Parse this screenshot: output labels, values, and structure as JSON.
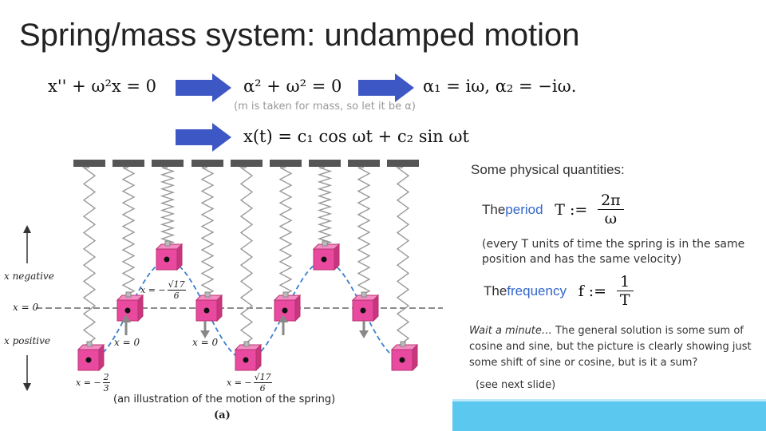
{
  "title": "Spring/mass system: undamped motion",
  "equations": {
    "ode": "x'' + ω²x = 0",
    "characteristic": "α² + ω² = 0",
    "note": "(m is taken for mass, so let it be α)",
    "roots": "α₁ = iω,  α₂ = −iω.",
    "solution": "x(t) = c₁ cos ωt + c₂ sin ωt"
  },
  "quantities": {
    "heading": "Some physical quantities:",
    "period_prefix": "The ",
    "period_word": "period",
    "period_lhs": "T :=",
    "period_num": "2π",
    "period_den": "ω",
    "period_note_1": "(every T units of time the spring is in the same",
    "period_note_2": "position and has the same velocity)",
    "frequency_prefix": "The ",
    "frequency_word": "frequency",
    "frequency_lhs": "f :=",
    "frequency_num": "1",
    "frequency_den": "T"
  },
  "remark": {
    "lead": "Wait a minute…",
    "line1": " The general solution is some sum of",
    "line2": "cosine and sine, but the picture is clearly showing just",
    "line3": "some shift of sine or cosine, but is it a sum?",
    "next": "(see next slide)"
  },
  "figure": {
    "axis_negative": "x negative",
    "axis_zero": "x = 0",
    "axis_positive": "x positive",
    "label_neg_sqrt_num": "√17",
    "label_neg_sqrt_den": "6",
    "label_neg_sqrt_prefix": "x = −",
    "label_x0_a": "x = 0",
    "label_x0_b": "x = 0",
    "label_start_prefix": "x = −",
    "label_start_num": "2",
    "label_start_den": "3",
    "label_pos_sqrt_prefix": "x = −",
    "label_pos_sqrt_num": "√17",
    "label_pos_sqrt_den": "6",
    "caption": "(an illustration of the motion of the spring)",
    "panel": "(a)"
  },
  "colors": {
    "arrow": "#3d57c4",
    "mass": "#e94aa0",
    "curve": "#3a7fd0",
    "bottom_bar": "#5bc8ef"
  },
  "icons": [
    "right-arrow-icon",
    "spring-icon",
    "mass-block-icon",
    "up-arrow-icon",
    "down-arrow-icon"
  ]
}
